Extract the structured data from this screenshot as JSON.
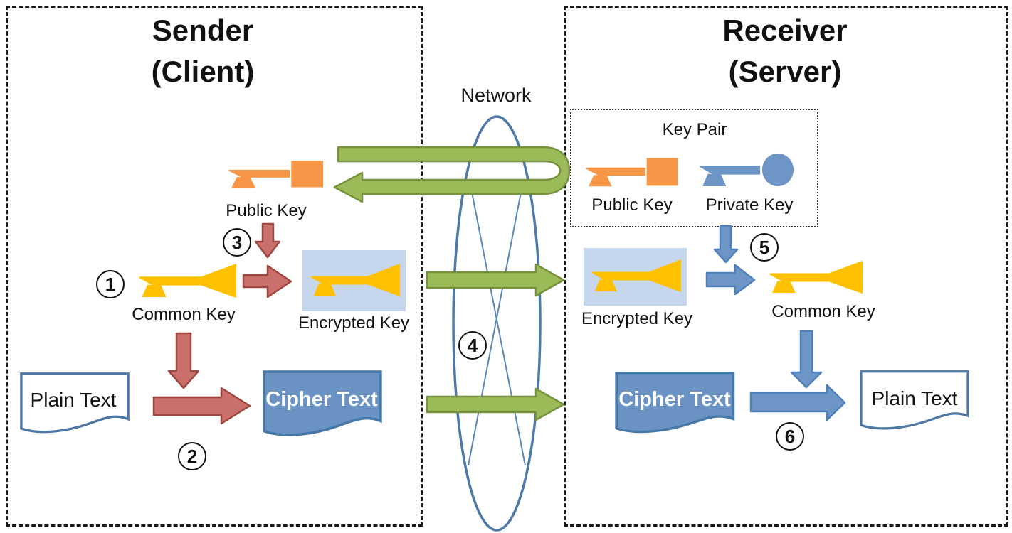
{
  "sender": {
    "title": [
      "Sender",
      "(Client)"
    ],
    "public_key_label": "Public Key",
    "common_key_label": "Common Key",
    "encrypted_key_label": "Encrypted Key",
    "plain_text_label": "Plain Text",
    "cipher_text_label": "Cipher Text",
    "step1": "1",
    "step2": "2",
    "step3": "3"
  },
  "network": {
    "label": "Network",
    "step4": "4"
  },
  "receiver": {
    "title": [
      "Receiver",
      "(Server)"
    ],
    "key_pair_label": "Key Pair",
    "public_key_label": "Public Key",
    "private_key_label": "Private Key",
    "encrypted_key_label": "Encrypted Key",
    "common_key_label": "Common Key",
    "cipher_text_label": "Cipher Text",
    "plain_text_label": "Plain Text",
    "step5": "5",
    "step6": "6"
  },
  "icons": {
    "common_key": "key-triangle-bow-icon",
    "public_key": "key-square-bow-icon",
    "private_key": "key-round-bow-icon"
  },
  "colors": {
    "common_key_yellow": "#FFC000",
    "public_key_orange": "#F79646",
    "private_key_blue": "#6D96C6",
    "encrypted_key_bg": "#C6D6EC",
    "arrow_red": "#C9706B",
    "arrow_red_border": "#9E4640",
    "arrow_green": "#9BBB59",
    "arrow_green_border": "#76923C",
    "arrow_blue": "#6D96C6",
    "arrow_blue_border": "#4F81BD",
    "doc_border_blue": "#4F77A3",
    "cipher_doc_fill": "#6A92C2",
    "network_ellipse_blue": "#4E79A8"
  }
}
